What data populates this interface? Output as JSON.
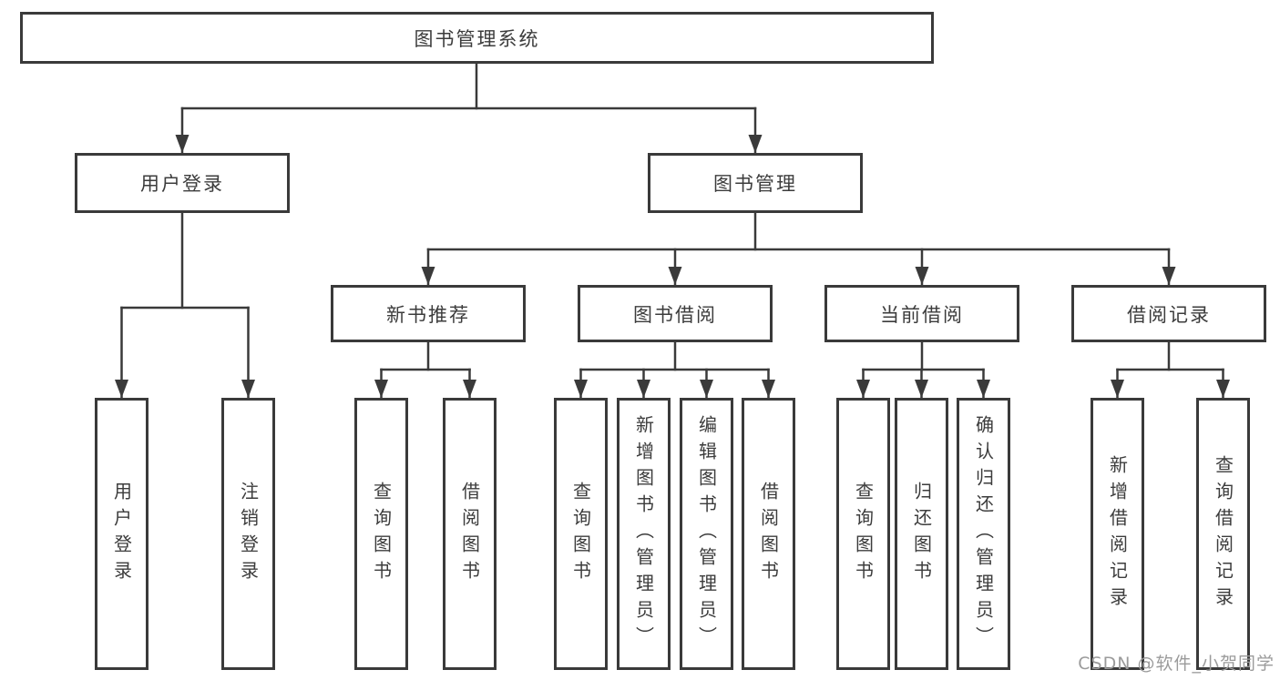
{
  "palette": {
    "bg": "#ffffff",
    "line": "#3a3a3a",
    "text": "#3c3c3c",
    "watermark": "#9b9b9b"
  },
  "diagram": {
    "root": {
      "label": "图书管理系统"
    },
    "branches": [
      {
        "label": "用户登录",
        "leaves": [
          "用户登录",
          "注销登录"
        ]
      },
      {
        "label": "图书管理",
        "groups": [
          {
            "label": "新书推荐",
            "leaves": [
              "查询图书",
              "借阅图书"
            ]
          },
          {
            "label": "图书借阅",
            "leaves": [
              "查询图书",
              "新增图书（管理员）",
              "编辑图书（管理员）",
              "借阅图书"
            ]
          },
          {
            "label": "当前借阅",
            "leaves": [
              "查询图书",
              "归还图书",
              "确认归还（管理员）"
            ]
          },
          {
            "label": "借阅记录",
            "leaves": [
              "新增借阅记录",
              "查询借阅记录"
            ]
          }
        ]
      }
    ]
  },
  "watermark": {
    "text": "CSDN @软件_小贺同学"
  }
}
